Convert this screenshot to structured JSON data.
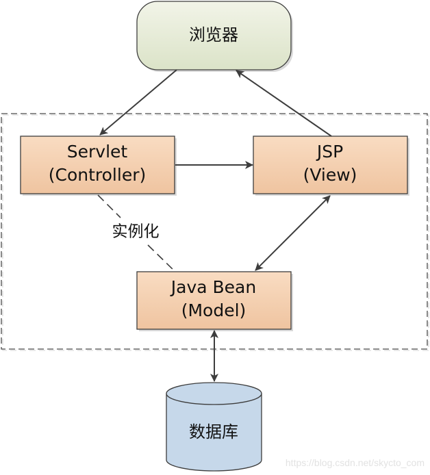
{
  "diagram": {
    "title": "MVC architecture",
    "nodes": {
      "browser": {
        "label": "浏览器",
        "shape": "rounded-rect"
      },
      "servlet": {
        "line1": "Servlet",
        "line2": "(Controller)",
        "shape": "rect"
      },
      "jsp": {
        "line1": "JSP",
        "line2": "(View)",
        "shape": "rect"
      },
      "bean": {
        "line1": "Java Bean",
        "line2": "(Model)",
        "shape": "rect"
      },
      "database": {
        "label": "数据库",
        "shape": "cylinder"
      }
    },
    "edges": [
      {
        "from": "browser",
        "to": "servlet",
        "style": "solid",
        "direction": "forward"
      },
      {
        "from": "jsp",
        "to": "browser",
        "style": "solid",
        "direction": "forward"
      },
      {
        "from": "servlet",
        "to": "jsp",
        "style": "solid",
        "direction": "forward"
      },
      {
        "from": "jsp",
        "to": "bean",
        "style": "solid",
        "direction": "both"
      },
      {
        "from": "bean",
        "to": "database",
        "style": "solid",
        "direction": "both"
      },
      {
        "from": "servlet",
        "to": "bean",
        "style": "dashed",
        "direction": "none",
        "label": "实例化"
      }
    ],
    "edge_label_instantiate": "实例化",
    "boundary": {
      "style": "dashed",
      "contains": [
        "servlet",
        "jsp",
        "bean"
      ]
    }
  },
  "colors": {
    "browser_fill_top": "#f0f2e6",
    "browser_fill_bottom": "#dce4ca",
    "component_fill_top": "#f8d9be",
    "component_fill_bottom": "#f0c6a2",
    "database_fill": "#c6d8ea",
    "stroke": "#3c3c3c"
  },
  "watermark": "https://blog.csdn.net/skycto_com"
}
